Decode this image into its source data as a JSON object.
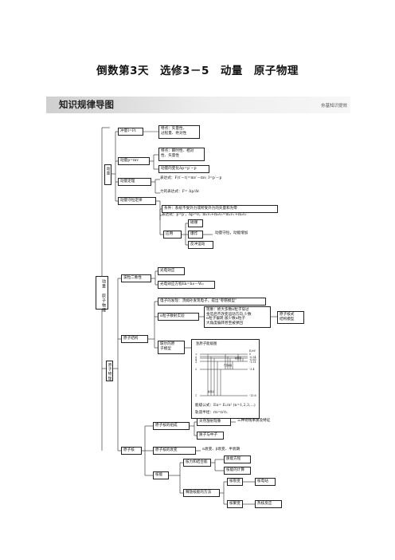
{
  "title": "倒数第3天　选修3－5　动量　原子物理",
  "banner": {
    "label": "知识规律导图",
    "right": "夯基知识提效"
  },
  "root": "动量　原子物理",
  "momentum": {
    "label": "动量",
    "impulse": {
      "label": "冲量I=Ft",
      "desc": [
        "特点：矢量性、",
        "过程量、绝对性"
      ]
    },
    "momentum": {
      "label": "动量p=mv",
      "desc": [
        "特点：瞬时性、相对",
        "性、矢量性"
      ],
      "change": "动量的变化Δp=p′－p"
    },
    "theorem": {
      "label": "动量定理",
      "expr1": "表达式：F(t′－t)=mv′－mv, I=p′－p",
      "expr2": "力的表达式：F= Δp/Δt"
    },
    "conservation": {
      "label": "动量守恒定律",
      "condition": "条件：系统不受外力或所受外力的矢量和为零",
      "expr": "表达式：p=p′，Δp=0，m₁v₁+m₂v₂=m₁v₁′+m₂v₂′",
      "apply": "应用",
      "collision": "碰撞",
      "explosion": "爆炸",
      "explosion_note": "动量守恒，动能增加",
      "recoil": "反冲运动"
    }
  },
  "atomic": {
    "label": "原子物理",
    "wave_particle": {
      "label": "波粒二象性",
      "photo": "光电效应",
      "equation": "光电效应方程Ek=hν－W₀"
    },
    "structure": {
      "label": "原子结构",
      "electron": "电子的发现：汤姆孙发现电子，提出\"枣糕模型\"",
      "alpha": "α粒子散射实验",
      "alpha_desc": [
        "现象：绝大多数α粒子穿过",
        "金箔后不改变运动方向,少数",
        "α粒子偏转,极少数α粒子",
        "大角度偏转甚至被弹回"
      ],
      "nuclear_model": [
        "原子核式",
        "结构模型"
      ],
      "bohr": [
        "玻尔的原",
        "子模型"
      ],
      "spectrum_title": "氢原子能级图",
      "energy_formula": "能级公式：En= E₁/n² (n=1,2,3,…)",
      "orbit_formula": "轨道半径：rn=n²r₁",
      "levels": [
        {
          "n": "∞",
          "E": "0"
        },
        {
          "n": "5",
          "E": "-0.54"
        },
        {
          "n": "4",
          "E": "-0.85"
        },
        {
          "n": "3",
          "E": "-1.51"
        },
        {
          "n": "2",
          "E": "-3.4"
        },
        {
          "n": "1",
          "E": "-13.6"
        }
      ],
      "axis_label": "E/eV",
      "series": [
        "帕邢系",
        "巴耳末系",
        "赖曼系"
      ]
    },
    "nucleus": {
      "label": "原子核",
      "composition": {
        "label": "原子核的组成",
        "radioactivity": "天然放射现象",
        "rays": "三种射线本质及特征",
        "nucleons": "质子与中子"
      },
      "decay": {
        "label": "原子核的衰变",
        "types": "α衰变、β衰变、半衰期"
      },
      "energy": {
        "label": "核能",
        "binding": "核力和结合能",
        "mass_energy": "质能方程",
        "calc": "核能的计算",
        "release": "释放核能的方法",
        "fission": "核裂变",
        "plant": "核电站",
        "fusion": "核聚变",
        "thermo": "热核反应"
      }
    }
  }
}
